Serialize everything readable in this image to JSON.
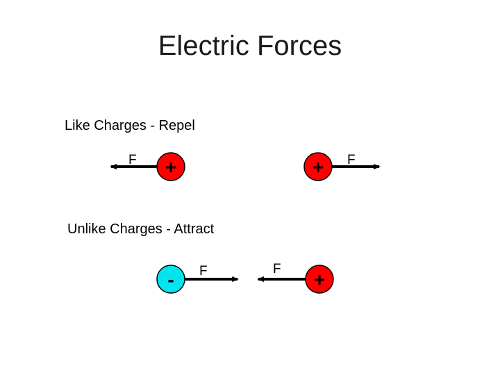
{
  "title": "Electric Forces",
  "sections": {
    "like": {
      "heading": "Like Charges - Repel",
      "left_charge": {
        "sign": "+",
        "color": "#ff0000"
      },
      "right_charge": {
        "sign": "+",
        "color": "#ff0000"
      },
      "left_force_label": "F",
      "right_force_label": "F"
    },
    "unlike": {
      "heading": "Unlike Charges - Attract",
      "left_charge": {
        "sign": "-",
        "color": "#00e5ee"
      },
      "right_charge": {
        "sign": "+",
        "color": "#ff0000"
      },
      "left_force_label": "F",
      "right_force_label": "F"
    }
  },
  "colors": {
    "positive": "#ff0000",
    "negative": "#00e5ee",
    "arrow": "#000000"
  }
}
